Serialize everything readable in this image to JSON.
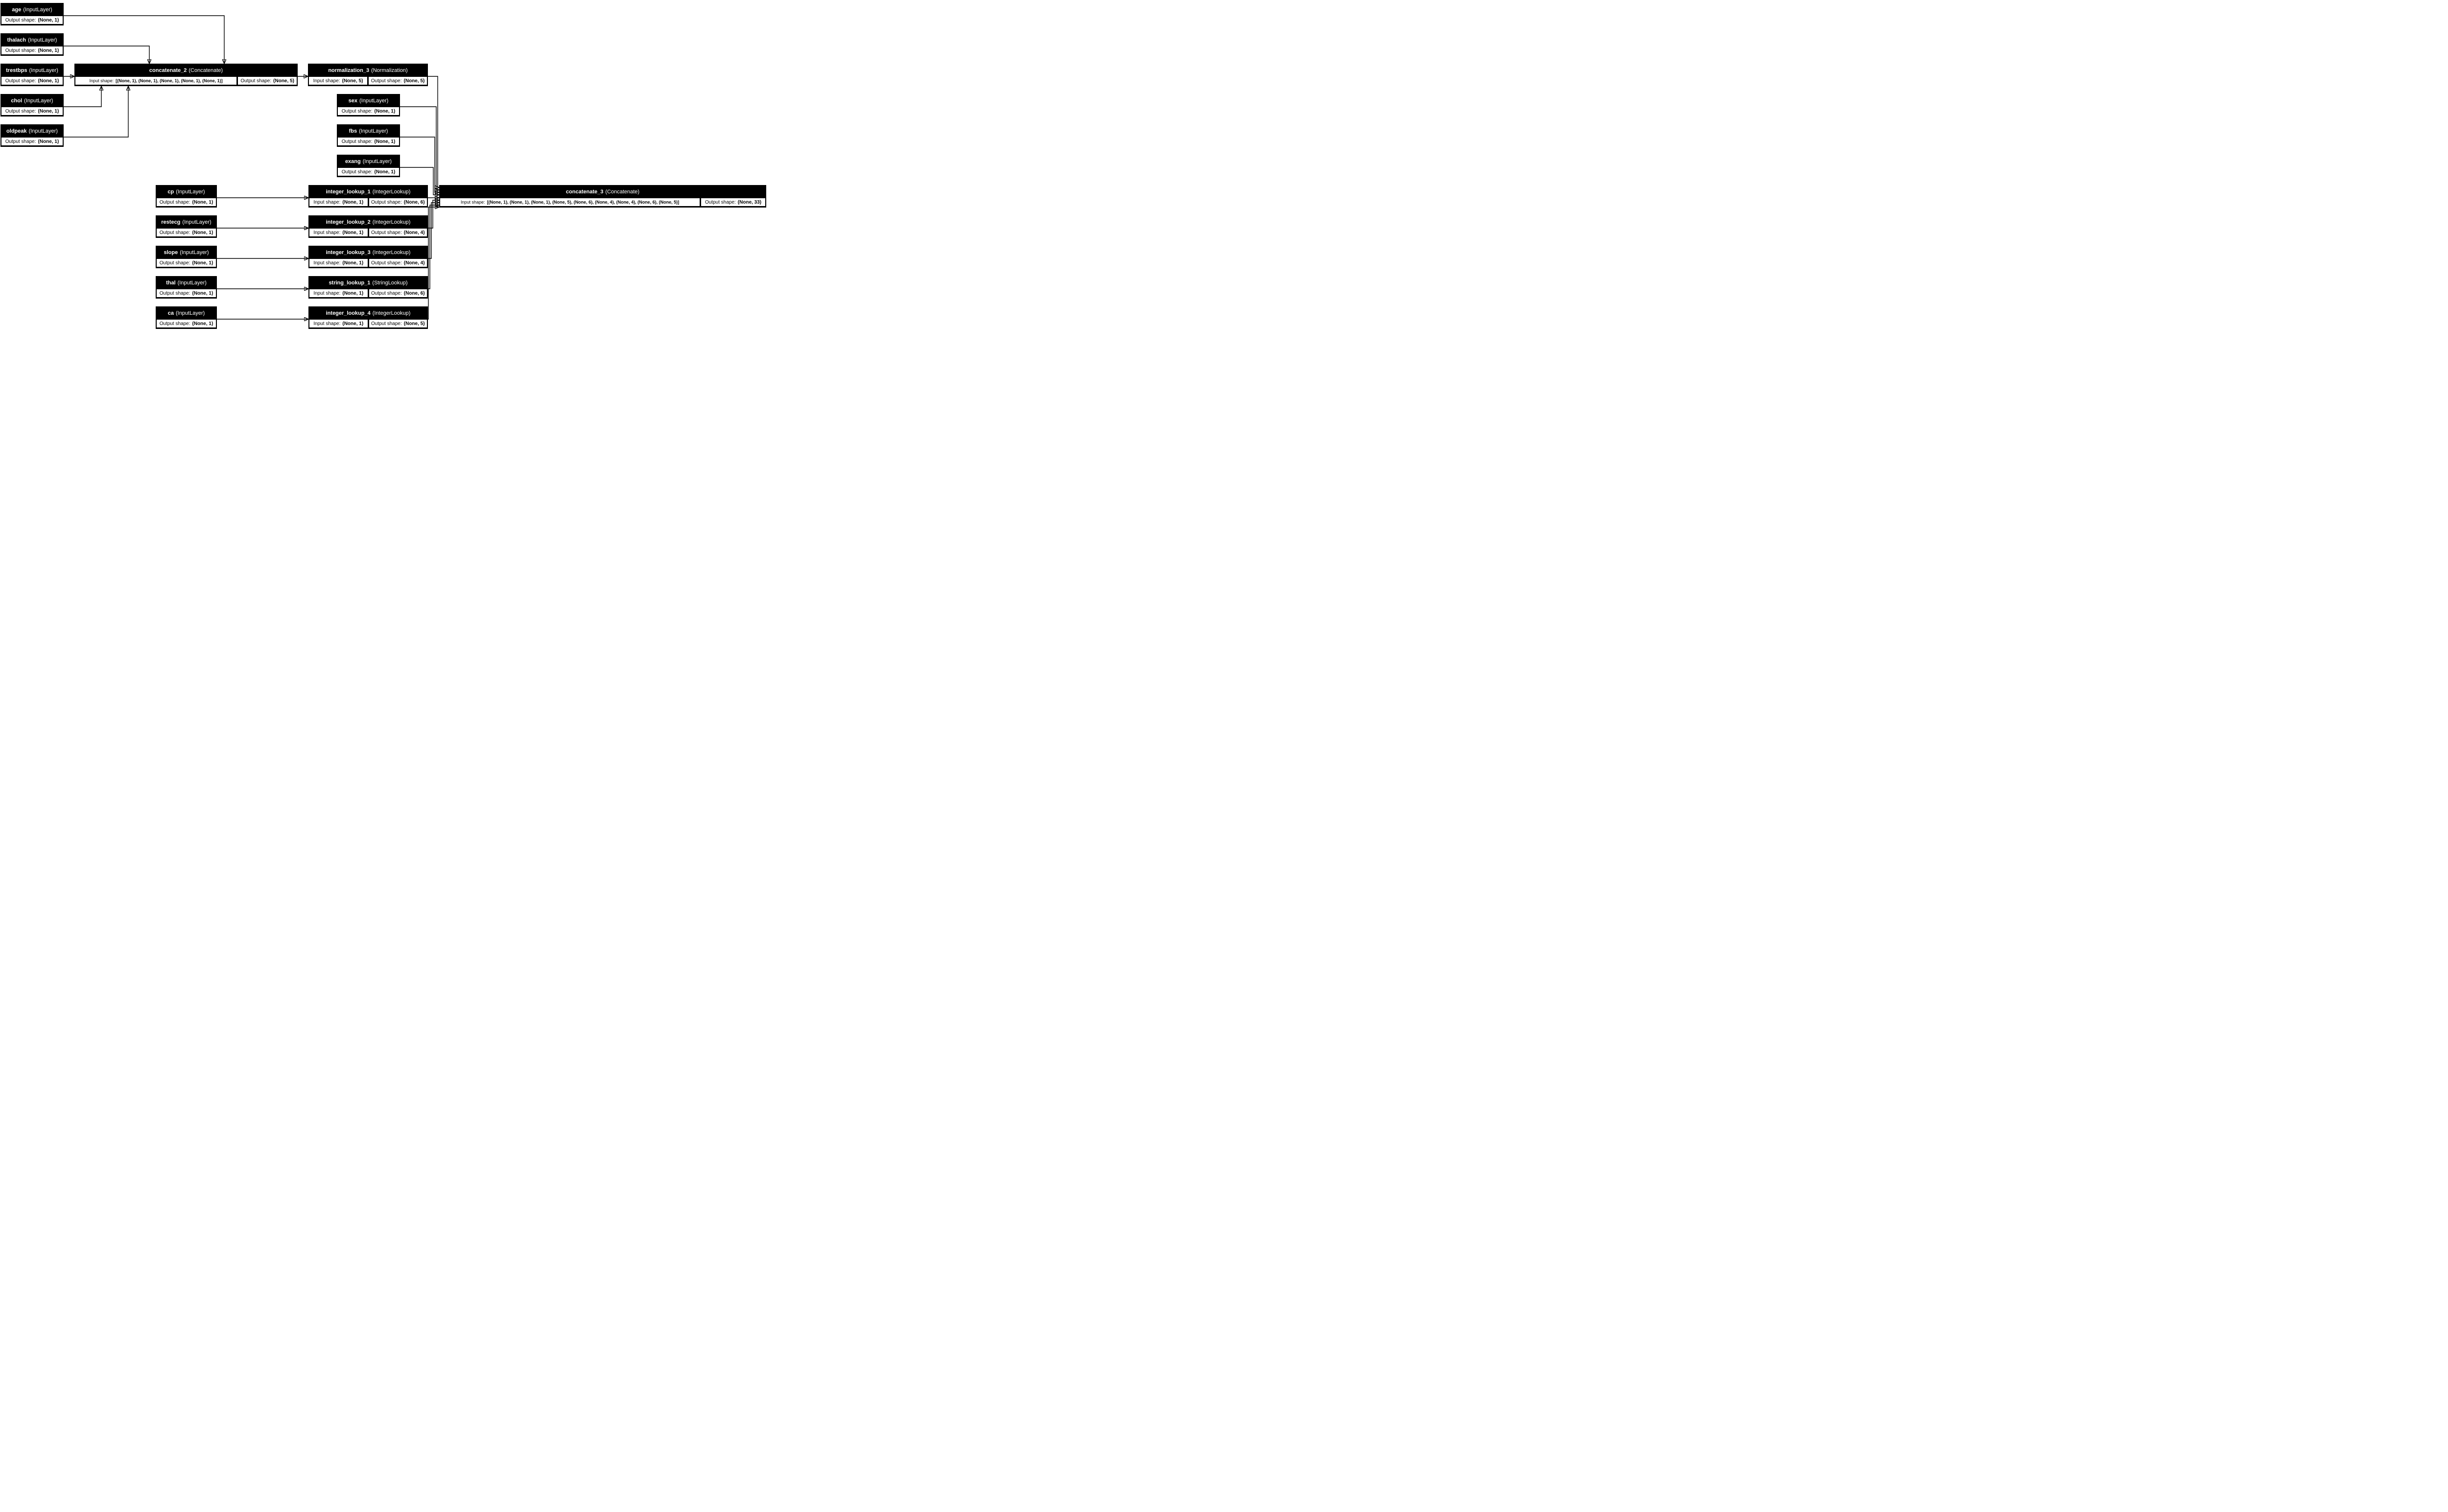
{
  "labels": {
    "input": "Input shape:",
    "output": "Output shape:"
  },
  "nodes": {
    "age": {
      "name": "age",
      "type": "(InputLayer)",
      "output_shape": "(None, 1)"
    },
    "thalach": {
      "name": "thalach",
      "type": "(InputLayer)",
      "output_shape": "(None, 1)"
    },
    "trestbps": {
      "name": "trestbps",
      "type": "(InputLayer)",
      "output_shape": "(None, 1)"
    },
    "chol": {
      "name": "chol",
      "type": "(InputLayer)",
      "output_shape": "(None, 1)"
    },
    "oldpeak": {
      "name": "oldpeak",
      "type": "(InputLayer)",
      "output_shape": "(None, 1)"
    },
    "concatenate_2": {
      "name": "concatenate_2",
      "type": "(Concatenate)",
      "input_shape": "[(None, 1), (None, 1), (None, 1), (None, 1), (None, 1)]",
      "output_shape": "(None, 5)"
    },
    "normalization_3": {
      "name": "normalization_3",
      "type": "(Normalization)",
      "input_shape": "(None, 5)",
      "output_shape": "(None, 5)"
    },
    "sex": {
      "name": "sex",
      "type": "(InputLayer)",
      "output_shape": "(None, 1)"
    },
    "fbs": {
      "name": "fbs",
      "type": "(InputLayer)",
      "output_shape": "(None, 1)"
    },
    "exang": {
      "name": "exang",
      "type": "(InputLayer)",
      "output_shape": "(None, 1)"
    },
    "cp": {
      "name": "cp",
      "type": "(InputLayer)",
      "output_shape": "(None, 1)"
    },
    "restecg": {
      "name": "restecg",
      "type": "(InputLayer)",
      "output_shape": "(None, 1)"
    },
    "slope": {
      "name": "slope",
      "type": "(InputLayer)",
      "output_shape": "(None, 1)"
    },
    "thal": {
      "name": "thal",
      "type": "(InputLayer)",
      "output_shape": "(None, 1)"
    },
    "ca": {
      "name": "ca",
      "type": "(InputLayer)",
      "output_shape": "(None, 1)"
    },
    "integer_lookup_1": {
      "name": "integer_lookup_1",
      "type": "(IntegerLookup)",
      "input_shape": "(None, 1)",
      "output_shape": "(None, 6)"
    },
    "integer_lookup_2": {
      "name": "integer_lookup_2",
      "type": "(IntegerLookup)",
      "input_shape": "(None, 1)",
      "output_shape": "(None, 4)"
    },
    "integer_lookup_3": {
      "name": "integer_lookup_3",
      "type": "(IntegerLookup)",
      "input_shape": "(None, 1)",
      "output_shape": "(None, 4)"
    },
    "string_lookup_1": {
      "name": "string_lookup_1",
      "type": "(StringLookup)",
      "input_shape": "(None, 1)",
      "output_shape": "(None, 6)"
    },
    "integer_lookup_4": {
      "name": "integer_lookup_4",
      "type": "(IntegerLookup)",
      "input_shape": "(None, 1)",
      "output_shape": "(None, 5)"
    },
    "concatenate_3": {
      "name": "concatenate_3",
      "type": "(Concatenate)",
      "input_shape": "[(None, 1), (None, 1), (None, 1), (None, 5), (None, 6), (None, 4), (None, 4), (None, 6), (None, 5)]",
      "output_shape": "(None, 33)"
    }
  },
  "edges": [
    {
      "from": "age",
      "to": "concatenate_2"
    },
    {
      "from": "thalach",
      "to": "concatenate_2"
    },
    {
      "from": "trestbps",
      "to": "concatenate_2"
    },
    {
      "from": "chol",
      "to": "concatenate_2"
    },
    {
      "from": "oldpeak",
      "to": "concatenate_2"
    },
    {
      "from": "concatenate_2",
      "to": "normalization_3"
    },
    {
      "from": "normalization_3",
      "to": "concatenate_3"
    },
    {
      "from": "sex",
      "to": "concatenate_3"
    },
    {
      "from": "fbs",
      "to": "concatenate_3"
    },
    {
      "from": "exang",
      "to": "concatenate_3"
    },
    {
      "from": "cp",
      "to": "integer_lookup_1"
    },
    {
      "from": "restecg",
      "to": "integer_lookup_2"
    },
    {
      "from": "slope",
      "to": "integer_lookup_3"
    },
    {
      "from": "thal",
      "to": "string_lookup_1"
    },
    {
      "from": "ca",
      "to": "integer_lookup_4"
    },
    {
      "from": "integer_lookup_1",
      "to": "concatenate_3"
    },
    {
      "from": "integer_lookup_2",
      "to": "concatenate_3"
    },
    {
      "from": "integer_lookup_3",
      "to": "concatenate_3"
    },
    {
      "from": "string_lookup_1",
      "to": "concatenate_3"
    },
    {
      "from": "integer_lookup_4",
      "to": "concatenate_3"
    }
  ],
  "colors": {
    "node_bg": "#000000",
    "node_text": "#ffffff",
    "cell_bg": "#ffffff",
    "cell_text": "#000000",
    "edge": "#000000",
    "background": "#ffffff"
  }
}
